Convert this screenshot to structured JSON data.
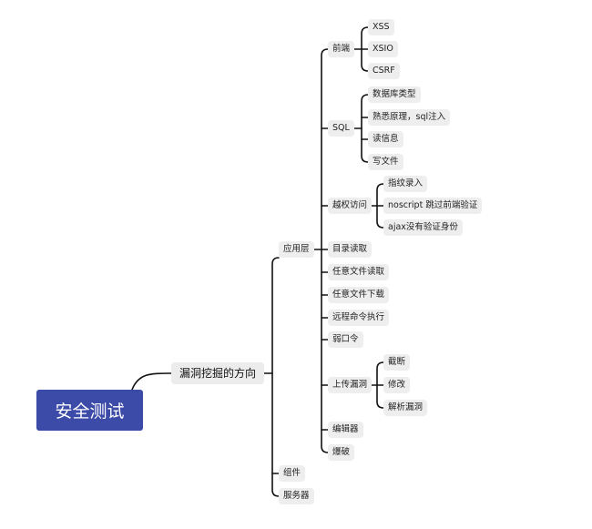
{
  "root": {
    "label": "安全测试"
  },
  "main": {
    "label": "漏洞挖掘的方向"
  },
  "branches": {
    "app_layer": "应用层",
    "component": "组件",
    "server": "服务器"
  },
  "app_layer": {
    "frontend": "前端",
    "sql": "SQL",
    "privilege": "越权访问",
    "dir_read": "目录读取",
    "file_read": "任意文件读取",
    "file_download": "任意文件下载",
    "rce": "远程命令执行",
    "weak_pwd": "弱口令",
    "upload": "上传漏洞",
    "editor": "编辑器",
    "bruteforce": "爆破"
  },
  "frontend": {
    "xss": "XSS",
    "xsio": "XSIO",
    "csrf": "CSRF"
  },
  "sql": {
    "db_type": "数据库类型",
    "principle": "熟悉原理，sql注入",
    "read_info": "读信息",
    "write_file": "写文件"
  },
  "privilege": {
    "fingerprint": "指纹录入",
    "noscript": "noscript 跳过前端验证",
    "ajax": "ajax没有验证身份"
  },
  "upload": {
    "truncate": "截断",
    "modify": "修改",
    "parse": "解析漏洞"
  },
  "colors": {
    "root_bg": "#3c4aa8",
    "node_bg": "#eeeeee",
    "line": "#111111"
  }
}
